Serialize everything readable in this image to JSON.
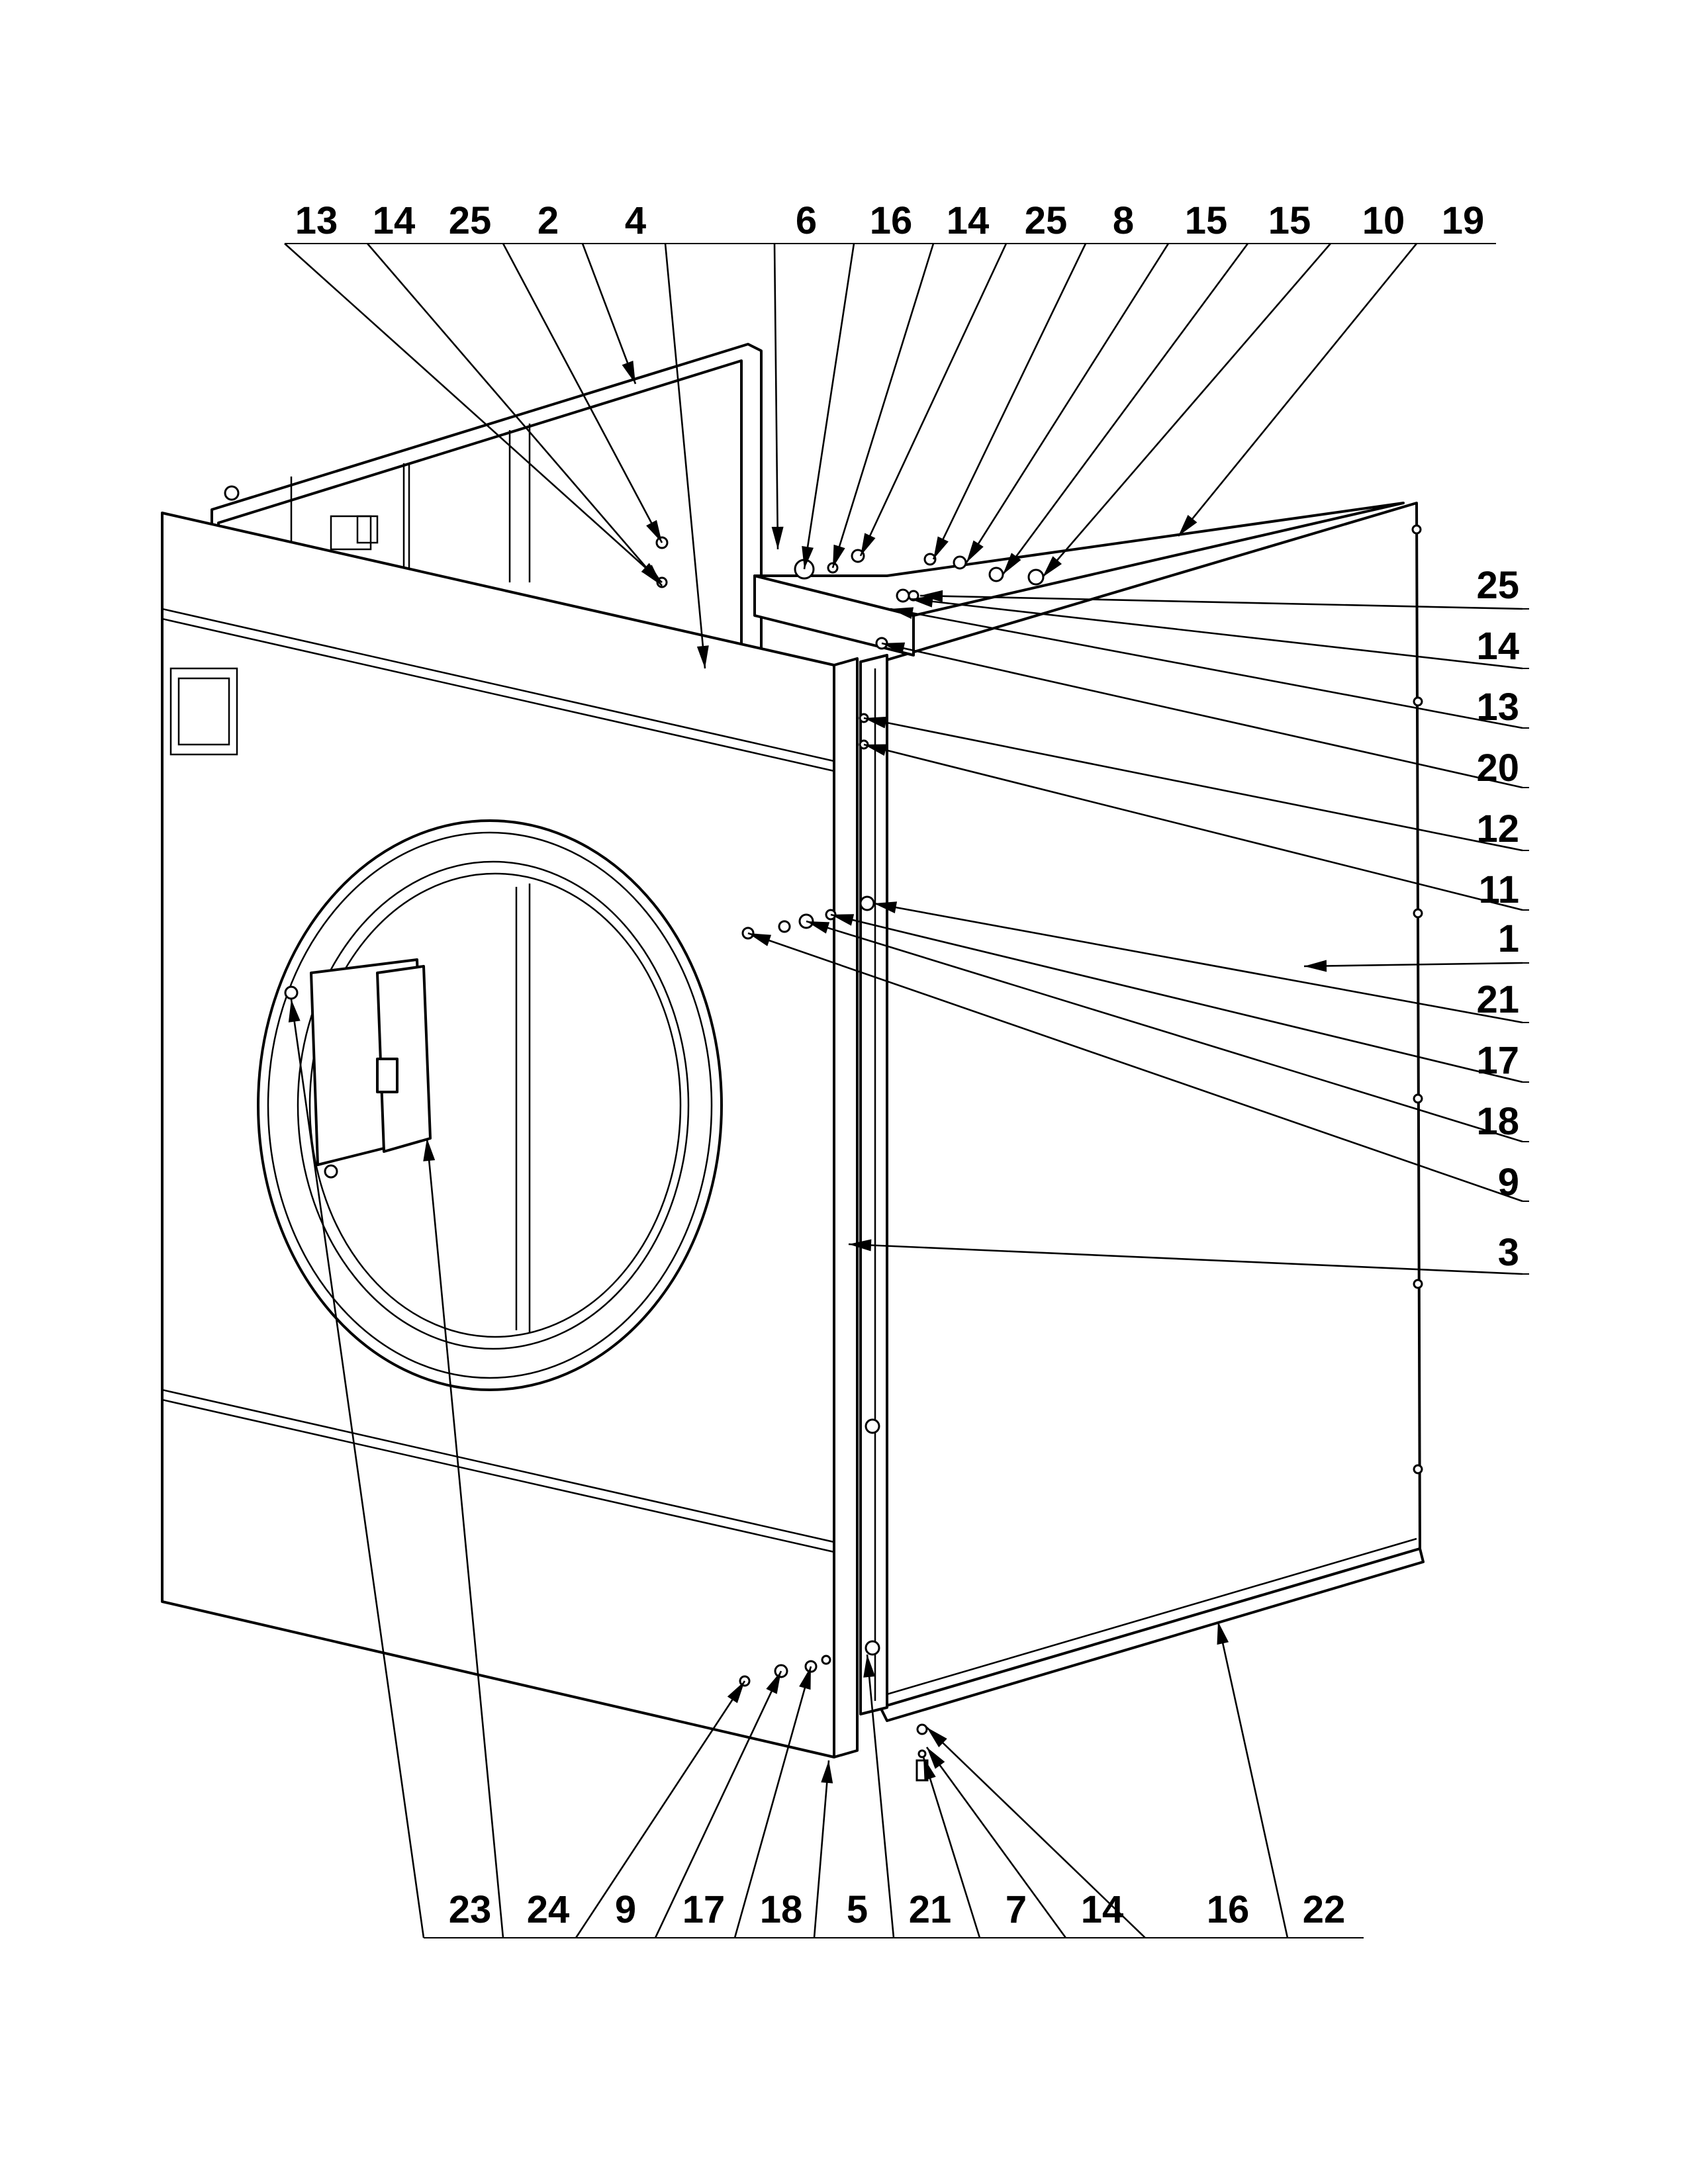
{
  "callouts": {
    "top": [
      "13",
      "14",
      "25",
      "2",
      "4",
      "6",
      "16",
      "14",
      "25",
      "8",
      "15",
      "15",
      "10",
      "19"
    ],
    "right": [
      "25",
      "14",
      "13",
      "20",
      "12",
      "11",
      "1",
      "21",
      "17",
      "18",
      "9",
      "3"
    ],
    "bottom": [
      "23",
      "24",
      "9",
      "17",
      "18",
      "5",
      "21",
      "7",
      "14",
      "16",
      "22"
    ]
  }
}
